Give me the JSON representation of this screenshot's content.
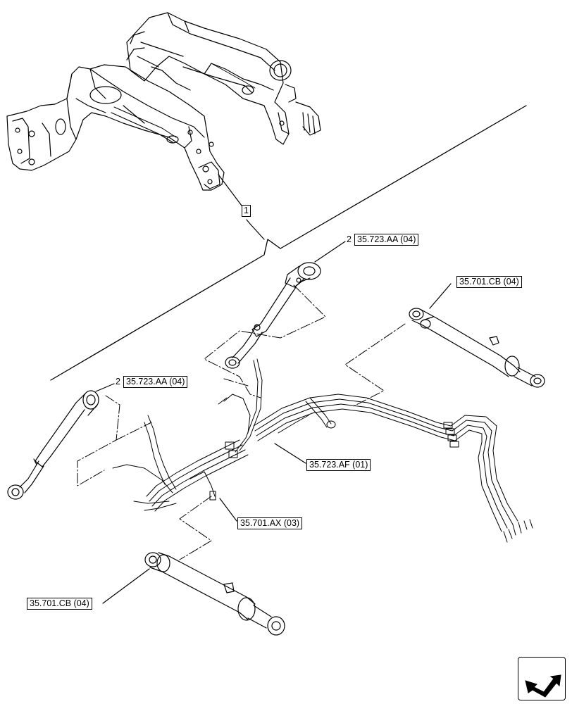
{
  "diagram": {
    "callouts": {
      "assembly_ref": "1",
      "cyl_upper_num": "2",
      "cyl_upper_ref": "35.723.AA (04)",
      "cyl_left_num": "2",
      "cyl_left_ref": "35.723.AA (04)",
      "ram_right_ref": "35.701.CB (04)",
      "hose_ref": "35.723.AF (01)",
      "valve_ref": "35.701.AX (03)",
      "ram_bottom_ref": "35.701.CB (04)"
    },
    "nav_icon": "next-page-arrow-icon",
    "colors": {
      "line": "#000000",
      "background": "#ffffff"
    }
  }
}
